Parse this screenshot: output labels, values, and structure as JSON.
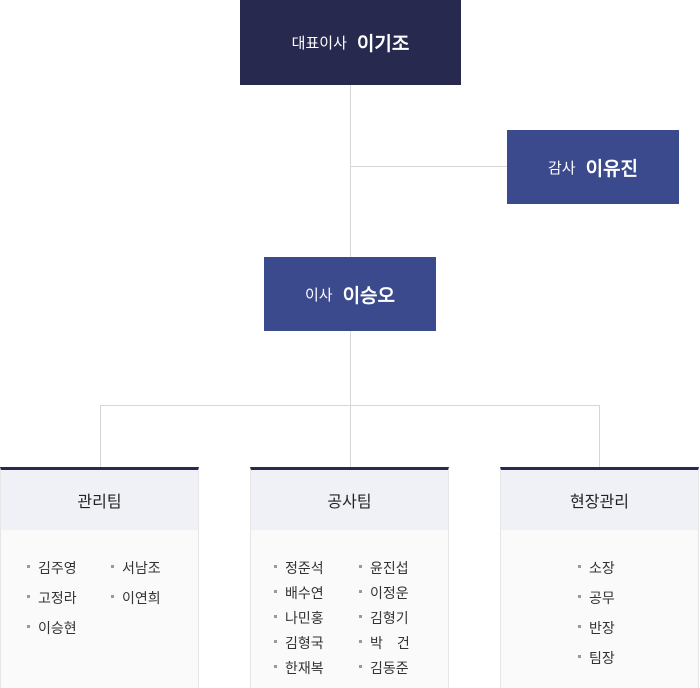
{
  "ceo": {
    "role": "대표이사",
    "name": "이기조"
  },
  "auditor": {
    "role": "감사",
    "name": "이유진"
  },
  "director": {
    "role": "이사",
    "name": "이승오"
  },
  "teams": [
    {
      "name": "관리팀",
      "members": [
        "김주영",
        "서남조",
        "고정라",
        "이연희",
        "이승현"
      ]
    },
    {
      "name": "공사팀",
      "members": [
        "정준석",
        "윤진섭",
        "배수연",
        "이정운",
        "나민홍",
        "김형기",
        "김형국",
        "박　건",
        "한재복",
        "김동준"
      ]
    },
    {
      "name": "현장관리",
      "members": [
        "소장",
        "공무",
        "반장",
        "팀장"
      ]
    }
  ]
}
